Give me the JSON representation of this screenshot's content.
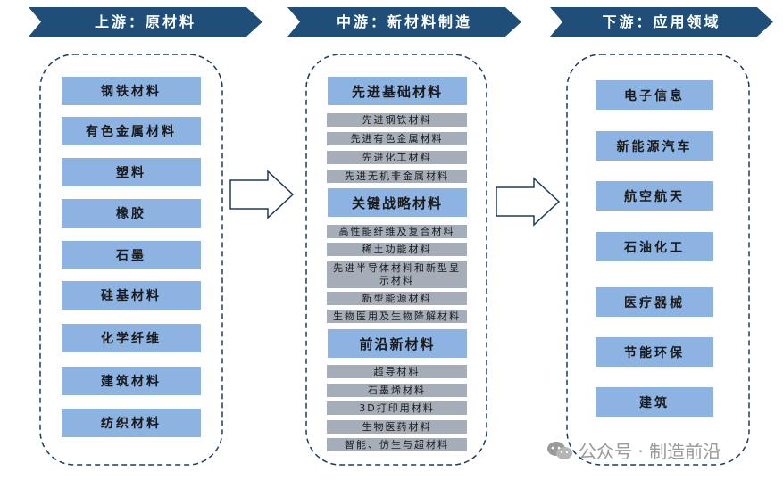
{
  "colors": {
    "banner_bg": "#1f4e79",
    "box_blue": "#8db3e2",
    "sub_gray": "#a5aeb8",
    "border_dark": "#1f3a5f"
  },
  "upstream": {
    "title": "上游：原材料",
    "items": [
      "钢铁材料",
      "有色金属材料",
      "塑料",
      "橡胶",
      "石墨",
      "硅基材料",
      "化学纤维",
      "建筑材料",
      "纺织材料"
    ]
  },
  "midstream": {
    "title": "中游：新材料制造",
    "categories": [
      {
        "label": "先进基础材料",
        "items": [
          "先进钢铁材料",
          "先进有色金属材料",
          "先进化工材料",
          "先进无机非金属材料"
        ]
      },
      {
        "label": "关键战略材料",
        "items": [
          "高性能纤维及复合材料",
          "稀土功能材料",
          "先进半导体材料和新型显示材料",
          "新型能源材料",
          "生物医用及生物降解材料"
        ]
      },
      {
        "label": "前沿新材料",
        "items": [
          "超导材料",
          "石墨烯材料",
          "3D打印用材料",
          "生物医药材料",
          "智能、仿生与超材料"
        ]
      }
    ]
  },
  "downstream": {
    "title": "下游：应用领域",
    "items": [
      "电子信息",
      "新能源汽车",
      "航空航天",
      "石油化工",
      "医疗器械",
      "节能环保",
      "建筑"
    ]
  },
  "watermark": {
    "icon": "wechat-icon",
    "text": "公众号 · 制造前沿"
  }
}
